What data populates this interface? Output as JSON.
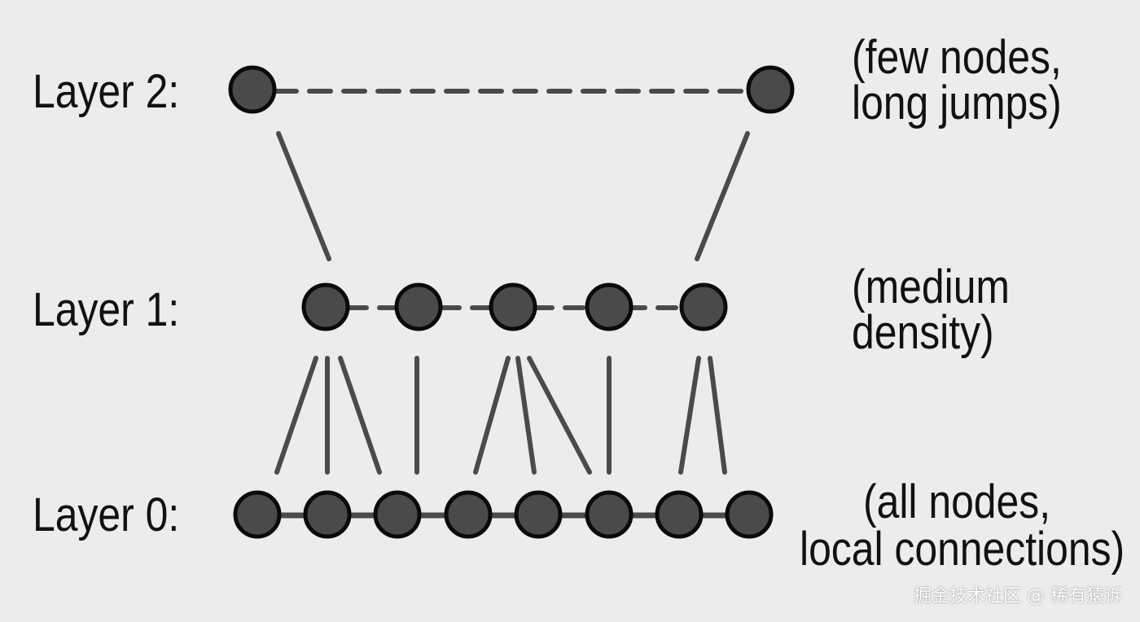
{
  "layers": [
    {
      "id": "layer-2",
      "label": "Layer 2:",
      "note": [
        "(few nodes,",
        "long jumps)"
      ],
      "node_count": 2,
      "link_style": "dashed"
    },
    {
      "id": "layer-1",
      "label": "Layer 1:",
      "note": [
        "(medium",
        "density)"
      ],
      "node_count": 5,
      "link_style": "dashed"
    },
    {
      "id": "layer-0",
      "label": "Layer 0:",
      "note": [
        "(all nodes,",
        "local connections)"
      ],
      "node_count": 8,
      "link_style": "solid"
    }
  ],
  "watermark": "掘金技术社区 @ 稀有猿诉",
  "colors": {
    "background": "#ececec",
    "node_fill": "#4a4a4a",
    "node_stroke": "#0a0a0a",
    "edge": "#4a4a4a",
    "text": "#111111"
  }
}
